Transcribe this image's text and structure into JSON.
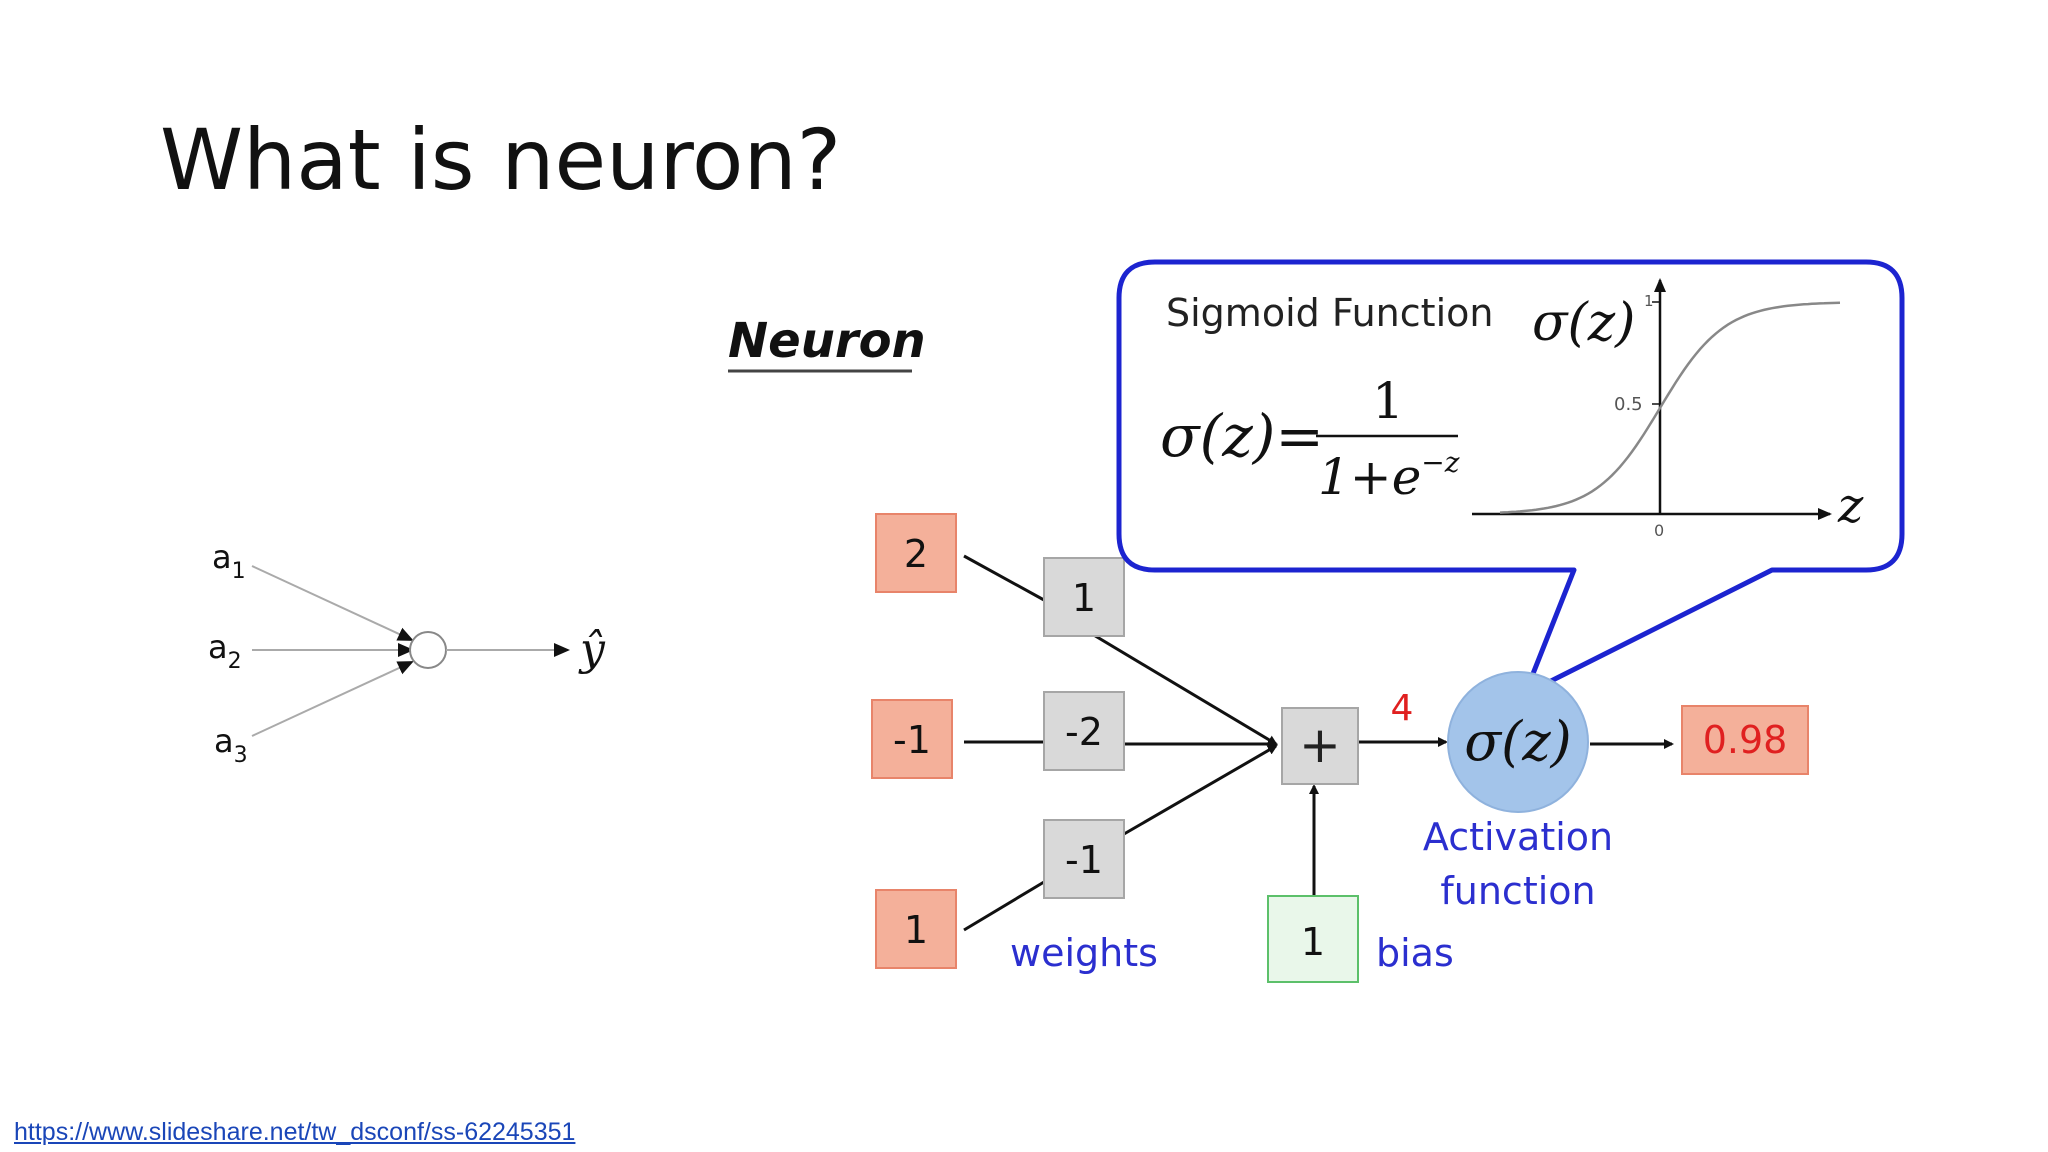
{
  "slide": {
    "title": "What is neuron?",
    "source_link": "https://www.slideshare.net/tw_dsconf/ss-62245351"
  },
  "simple_neuron": {
    "inputs": [
      "a",
      "a",
      "a"
    ],
    "input_subscripts": [
      "1",
      "2",
      "3"
    ],
    "output": "ŷ"
  },
  "neuron_diagram": {
    "heading": "Neuron",
    "inputs": [
      "2",
      "-1",
      "1"
    ],
    "weights": [
      "1",
      "-2",
      "-1"
    ],
    "weights_label": "weights",
    "sum_symbol": "+",
    "sum_value": "4",
    "bias_value": "1",
    "bias_label": "bias",
    "activation_symbol": "σ(z)",
    "activation_label_line1": "Activation",
    "activation_label_line2": "function",
    "output_value": "0.98",
    "colors": {
      "input_box_fill": "#f4b09a",
      "input_box_stroke": "#e8846a",
      "weight_box_fill": "#d9d9d9",
      "weight_box_stroke": "#a6a6a6",
      "bias_box_fill": "#e9f7ea",
      "bias_box_stroke": "#5cc06a",
      "activation_fill": "#a3c4ea",
      "label_blue": "#2b2fcf",
      "sum_red": "#e02020",
      "output_text": "#e02020",
      "callout_border": "#1c24d0"
    }
  },
  "sigmoid_callout": {
    "title": "Sigmoid Function",
    "formula_lhs": "σ(z)=",
    "formula_numerator": "1",
    "formula_denominator_base": "1+e",
    "formula_exponent": "−z",
    "graph_label": "σ(z)",
    "tick_1": "1",
    "tick_05": "0.5",
    "tick_0": "0",
    "axis_z": "z"
  }
}
